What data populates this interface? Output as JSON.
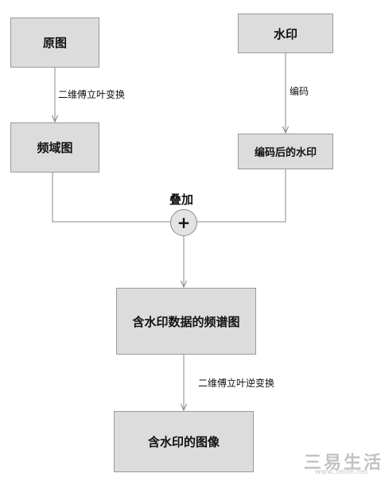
{
  "nodes": {
    "source": "原图",
    "watermark": "水印",
    "frequency_domain": "频域图",
    "encoded_watermark": "编码后的水印",
    "watermarked_spectrum": "含水印数据的频谱图",
    "watermarked_image": "含水印的图像"
  },
  "edge_labels": {
    "dft_2d": "二维傅立叶变换",
    "encode": "编码",
    "superpose": "叠加",
    "inverse_dft_2d": "二维傅立叶逆变换"
  },
  "operator": "+",
  "site_watermark": {
    "logo_text": "三易生活",
    "url": "www.3elife.net"
  },
  "colors": {
    "node_fill": "#dcdcdc",
    "node_border": "#9a9a9a",
    "edge": "#8a8a8a",
    "text": "#111111"
  }
}
